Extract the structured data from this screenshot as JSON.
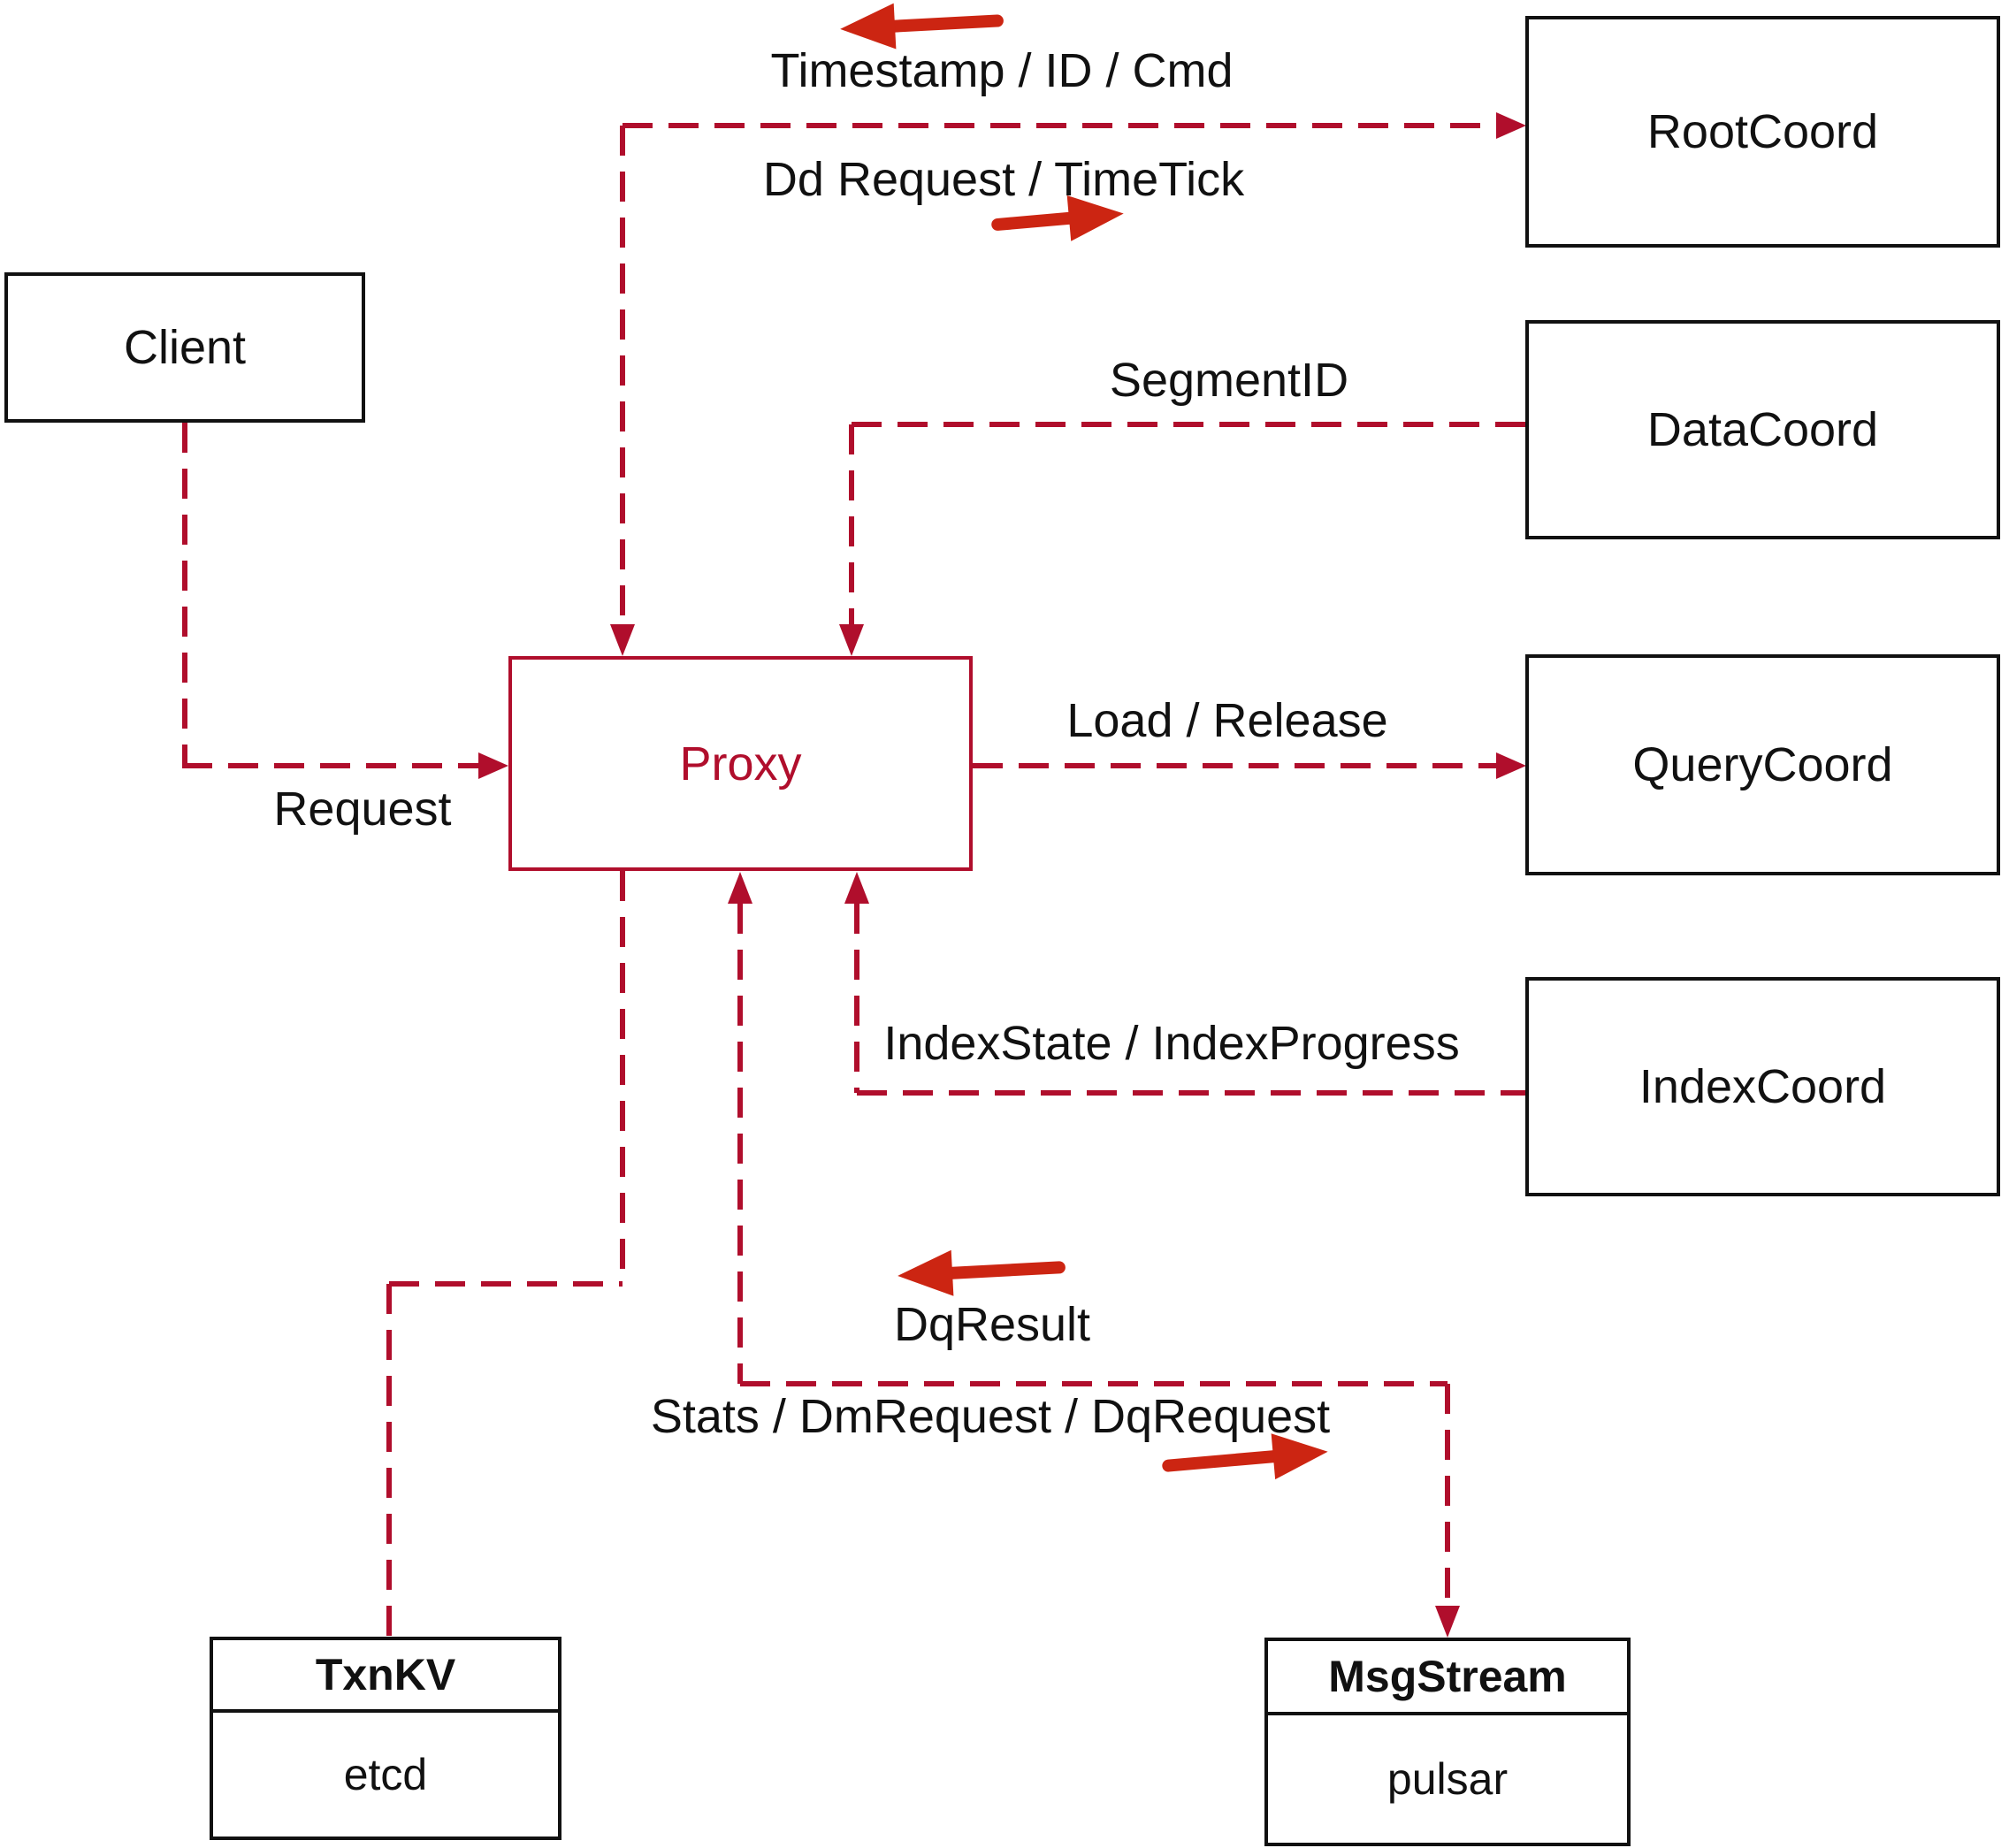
{
  "diagram": {
    "nodes": {
      "client": {
        "label": "Client"
      },
      "root_coord": {
        "label": "RootCoord"
      },
      "data_coord": {
        "label": "DataCoord"
      },
      "query_coord": {
        "label": "QueryCoord"
      },
      "index_coord": {
        "label": "IndexCoord"
      },
      "proxy": {
        "label": "Proxy"
      },
      "txn_kv": {
        "title": "TxnKV",
        "impl": "etcd"
      },
      "msg_stream": {
        "title": "MsgStream",
        "impl": "pulsar"
      }
    },
    "edge_labels": {
      "timestamp": "Timestamp / ID / Cmd",
      "dd_request": "Dd Request / TimeTick",
      "segment_id": "SegmentID",
      "load_release": "Load / Release",
      "index_state": "IndexState / IndexProgress",
      "request": "Request",
      "dq_result": "DqResult",
      "stats": "Stats / DmRequest / DqRequest"
    },
    "colors": {
      "edge": "#b00e2c",
      "flow_arrow": "#cc2512",
      "node_border": "#111111",
      "proxy": "#b00e2c",
      "text": "#111111",
      "background": "#ffffff"
    }
  }
}
